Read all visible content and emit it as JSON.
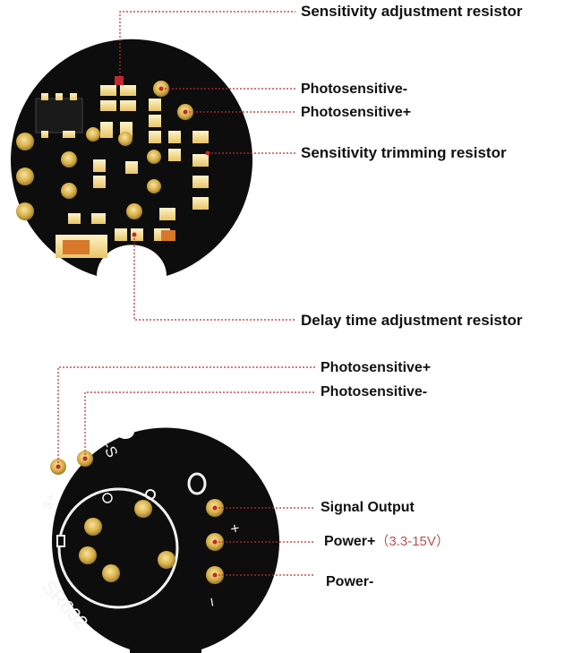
{
  "top_board": {
    "callouts": {
      "sensitivity_adjustment": "Sensitivity adjustment resistor",
      "photosensitive_minus": "Photosensitive-",
      "photosensitive_plus": "Photosensitive+",
      "sensitivity_trimming": "Sensitivity trimming resistor",
      "delay_time": "Delay time adjustment resistor"
    }
  },
  "bottom_board": {
    "callouts": {
      "photosensitive_plus": "Photosensitive+",
      "photosensitive_minus": "Photosensitive-",
      "signal_output": "Signal Output",
      "power_plus": "Power+",
      "power_plus_voltage": "（3.3-15V）",
      "power_minus": "Power-"
    },
    "silkscreen": {
      "model": "SR602",
      "s_plus": "s+",
      "s_minus": "-S",
      "plus": "+",
      "minus": "−"
    }
  },
  "colors": {
    "pcb": "#0d0d0d",
    "pad": "#d9b24a",
    "leader_line": "#c0282d",
    "silk": "#f2f2f2",
    "orange_cap": "#d9782a"
  }
}
